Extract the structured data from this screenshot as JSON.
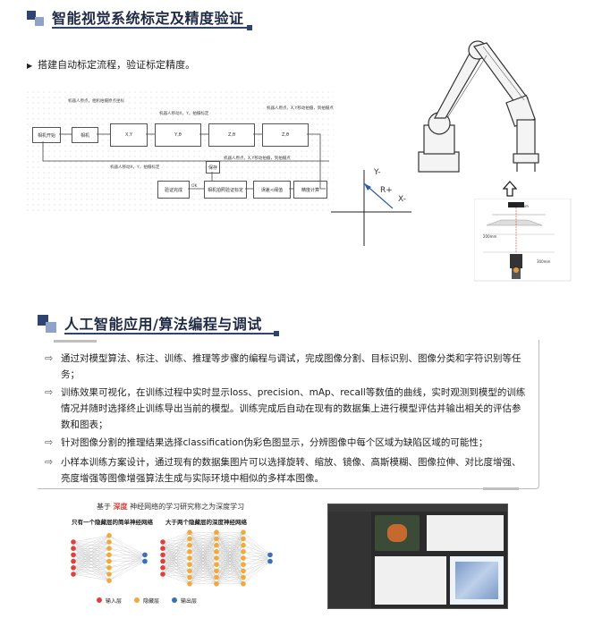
{
  "section1": {
    "title": "智能视觉系统标定及精度验证",
    "bullet": "搭建自动标定流程，验证标定精度。",
    "flowchart": {
      "boxes": [
        "相机开始",
        "相机",
        "X,Y",
        "Y,θ",
        "Z,θ",
        "Z,θ",
        "保存",
        "验证完成",
        "相机拍照验证标定",
        "误差<阈值",
        "精度计算"
      ],
      "notes": [
        "机器人原点，相机拍摄原点坐标",
        "机器人移动X，Y，拍摄标定",
        "机器人移动X，Y，拍摄标定",
        "机器人原点，X,Y移动拍摄，到拍摄点",
        "机器人原点，X,Y移动拍摄，到拍摄点",
        "OK"
      ]
    },
    "axes": {
      "y": "Y-",
      "x": "X-",
      "r": "R+"
    },
    "diagram_labels": [
      "20mm",
      "200mm",
      "300mm"
    ]
  },
  "section2": {
    "title": "人工智能应用/算法编程与调试",
    "items": [
      "通过对模型算法、标注、训练、推理等步骤的编程与调试，完成图像分割、目标识别、图像分类和字符识别等任务；",
      "训练效果可视化，在训练过程中实时显示loss、precision、mAp、recall等数值的曲线，实时观测到模型的训练情况并随时选择终止训练导出当前的模型。训练完成后自动在现有的数据集上进行模型评估并输出相关的评估参数和图表；",
      "针对图像分割的推理结果选择classification伪彩色图显示，分辨图像中每个区域为缺陷区域的可能性；",
      "小样本训练方案设计，通过现有的数据集图片可以选择旋转、缩放、镜像、高斯模糊、图像拉伸、对比度增强、亮度增强等图像增强算法生成与实际环境中相似的多样本图像。"
    ]
  },
  "nn": {
    "caption_pre": "基于",
    "caption_hl": "深度",
    "caption_post": "神经网络的学习研究称之为深度学习",
    "left_title": "只有一个隐藏层的简单神经网络",
    "right_title": "大于两个隐藏层的深度神经网络",
    "legend": [
      "输入层",
      "隐藏层",
      "输出层"
    ],
    "colors": {
      "input": "#e0403c",
      "hidden": "#f2a93b",
      "output": "#3b6fb6",
      "highlight": "#e0403c"
    }
  }
}
